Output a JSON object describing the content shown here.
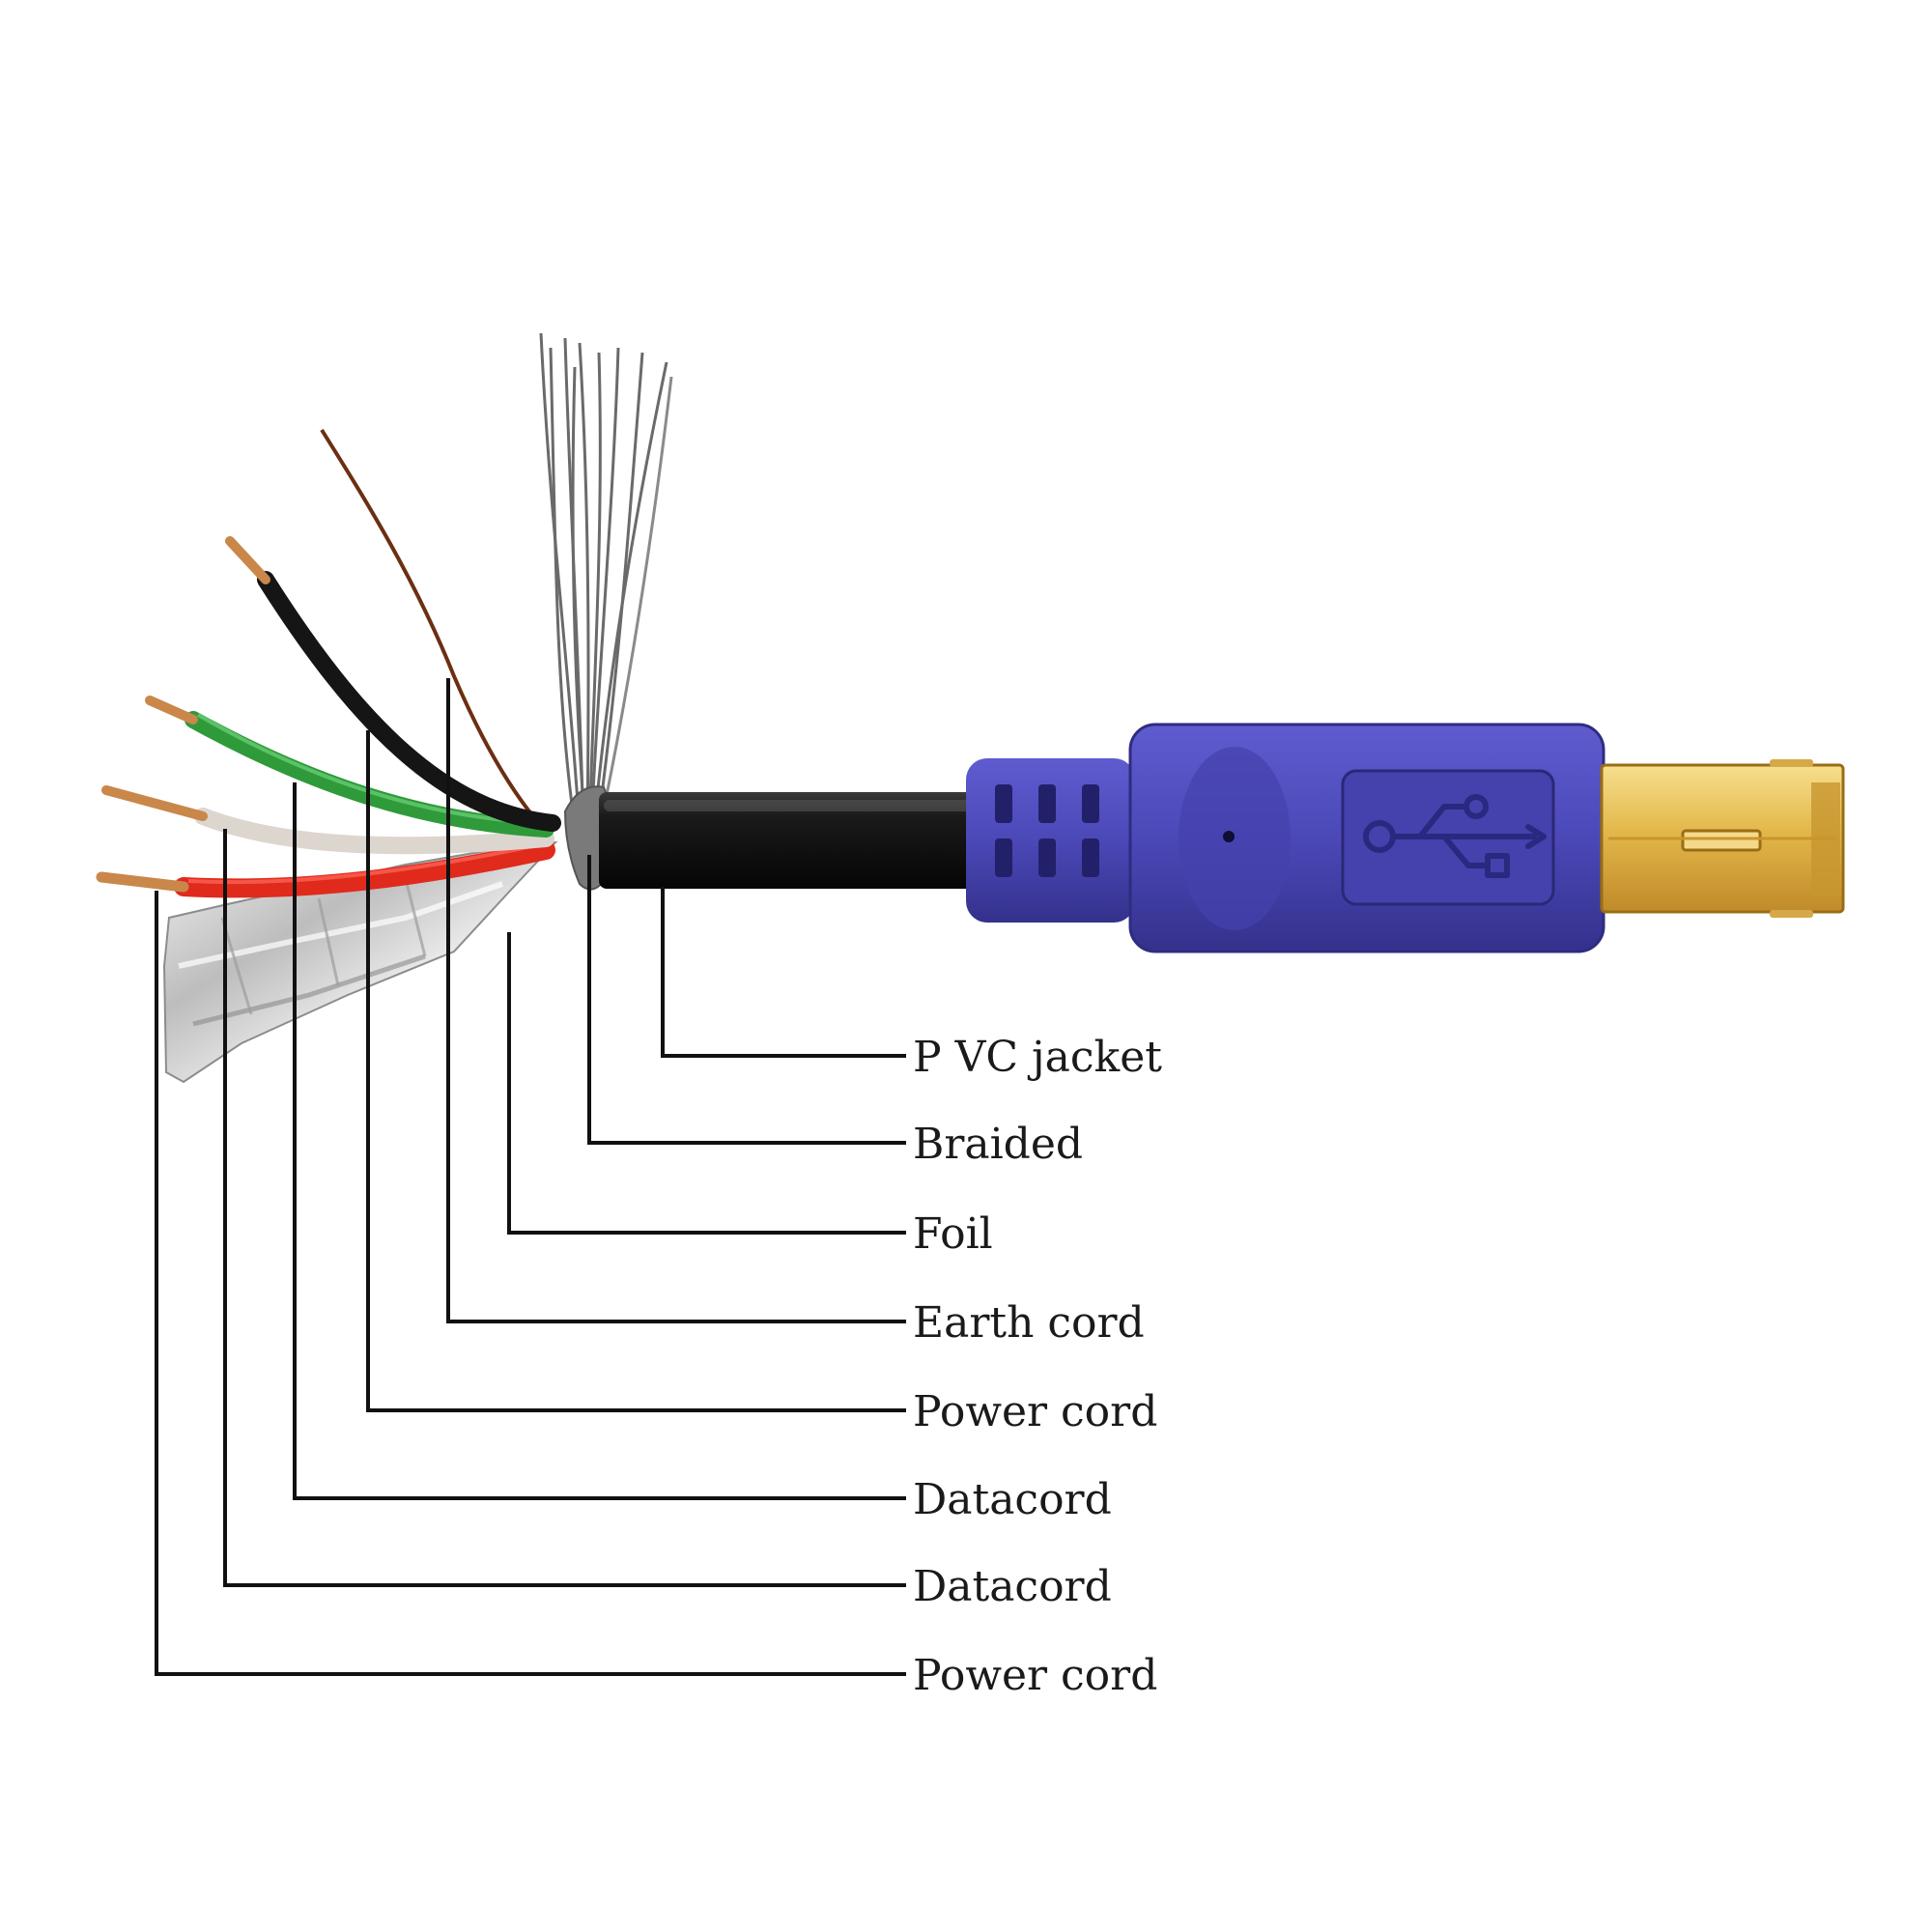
{
  "diagram": {
    "subject": "usb-b-cable-cross-section",
    "usb_logo_icon": "usb-trident-icon",
    "labels": [
      "P VC jacket",
      "Braided",
      "Foil",
      "Earth cord",
      "Power cord",
      "Datacord",
      "Datacord",
      "Power cord"
    ]
  },
  "colors": {
    "background": "#ffffff",
    "leader_line": "#111111",
    "label_text": "#1a1a1a",
    "jacket": "#141414",
    "connector_body": "#4b48b8",
    "connector_shadow": "#36338f",
    "metal_plug": "#e3b84a",
    "wire_red": "#e02a1c",
    "wire_white": "#ddd6cf",
    "wire_green": "#2f9a3a",
    "wire_black": "#151515",
    "wire_earth": "#6b2f12",
    "copper_tip": "#c9874a",
    "foil": "#c9c9c9",
    "braid": "#707070"
  }
}
